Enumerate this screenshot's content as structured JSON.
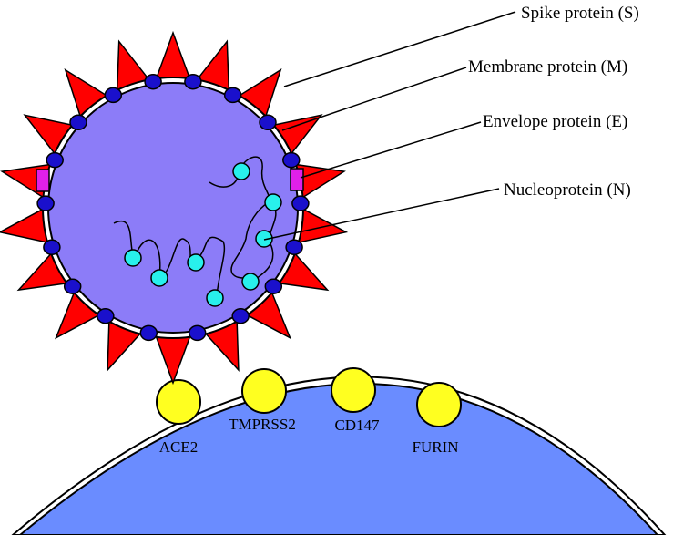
{
  "colors": {
    "virion_interior": "#8c7cf8",
    "membrane_protein": "#1a10cc",
    "spike": "#ff0000",
    "envelope_protein": "#e020e8",
    "nucleoprotein": "#28f0ec",
    "cell": "#6a8cff",
    "receptor": "#ffff20",
    "outline": "#000000"
  },
  "virus_labels": {
    "spike": "Spike protein (S)",
    "membrane": "Membrane protein (M)",
    "envelope": "Envelope protein (E)",
    "nucleo": "Nucleoprotein (N)"
  },
  "receptor_labels": {
    "ace2": "ACE2",
    "tmprss2": "TMPRSS2",
    "cd147": "CD147",
    "furin": "FURIN"
  }
}
